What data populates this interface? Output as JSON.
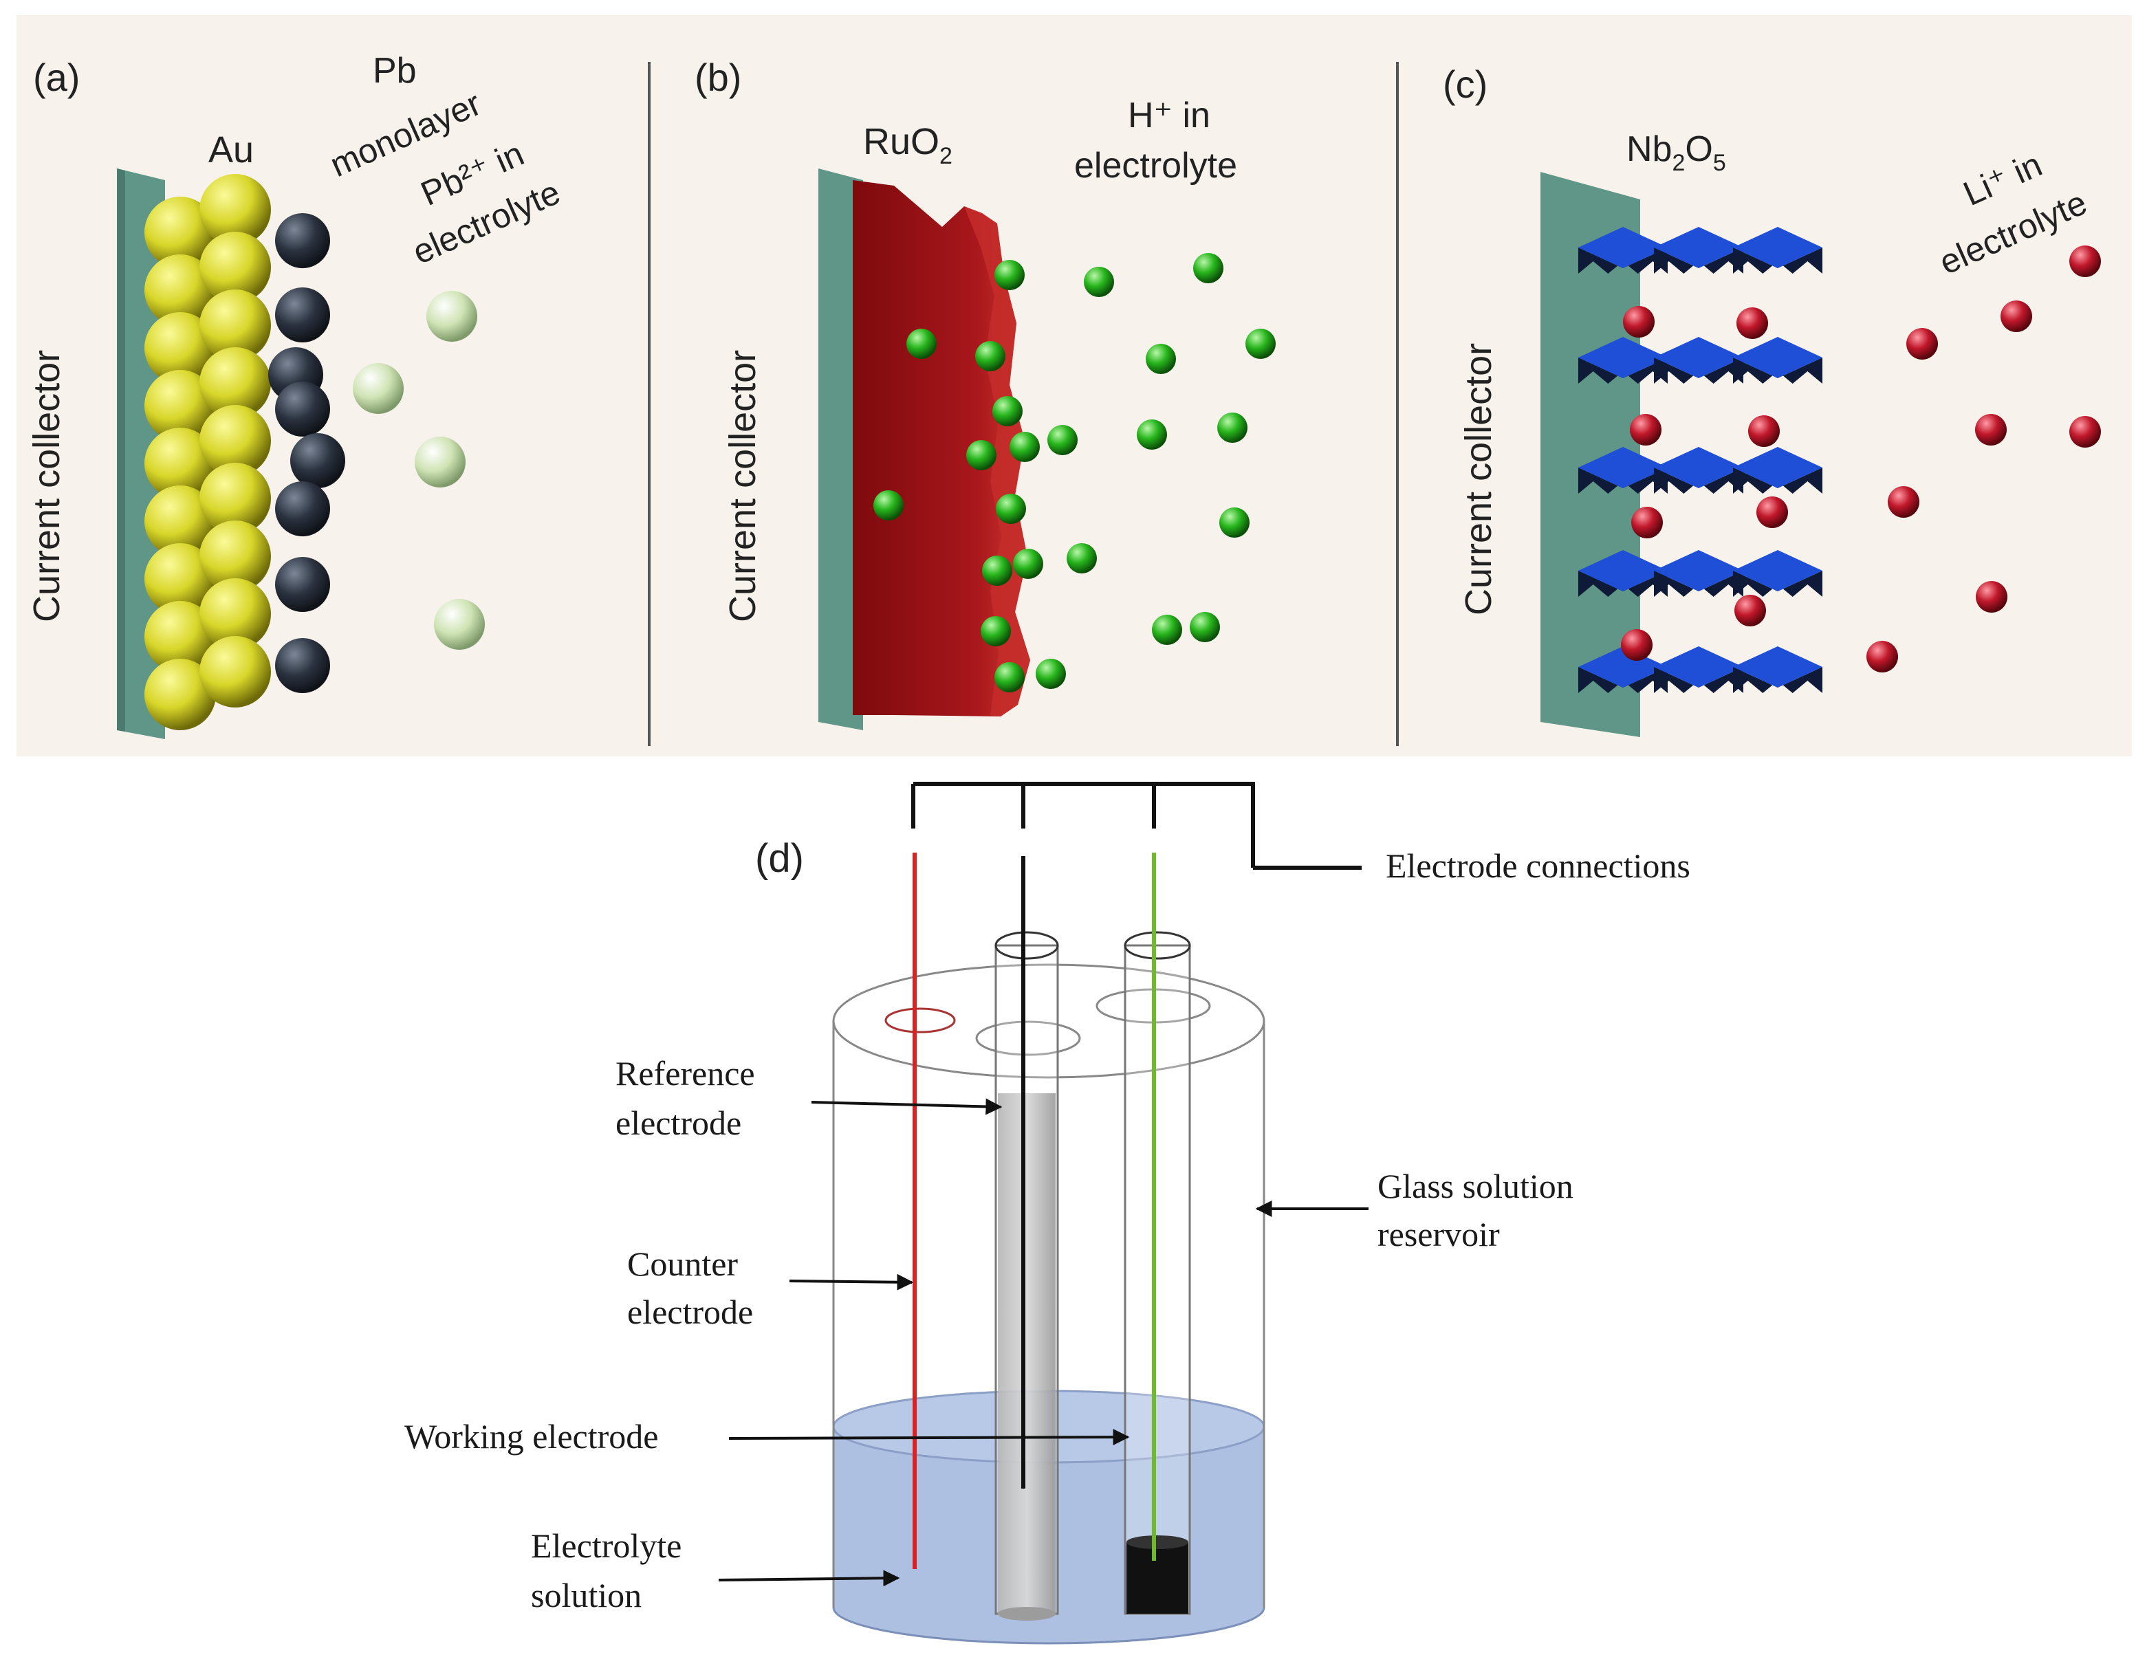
{
  "panels": {
    "a": {
      "label": "(a)",
      "current_collector": "Current collector",
      "material": "Au",
      "monolayer_line1": "Pb",
      "monolayer_line2": "monolayer",
      "ion_line1": "Pb²⁺ in",
      "ion_line2": "electrolyte"
    },
    "b": {
      "label": "(b)",
      "current_collector": "Current collector",
      "material": "RuO",
      "material_sub": "2",
      "ion_line1": "H⁺ in",
      "ion_line2": "electrolyte"
    },
    "c": {
      "label": "(c)",
      "current_collector": "Current collector",
      "material_a": "Nb",
      "material_sub_a": "2",
      "material_b": "O",
      "material_sub_b": "5",
      "ion_line1": "Li⁺ in",
      "ion_line2": "electrolyte"
    },
    "d": {
      "label": "(d)",
      "electrode_connections": "Electrode connections",
      "reference_line1": "Reference",
      "reference_line2": "electrode",
      "counter_line1": "Counter",
      "counter_line2": "electrode",
      "working": "Working electrode",
      "electrolyte_line1": "Electrolyte",
      "electrolyte_line2": "solution",
      "reservoir_line1": "Glass solution",
      "reservoir_line2": "reservoir"
    }
  },
  "colors": {
    "panel_bg": "#f7f3ec",
    "collector": "#5f9688",
    "gold_sphere": "#d8d62a",
    "pb_sphere": "#2b3340",
    "pb_ion": "#cfe3b4",
    "ruo2": "#a8171b",
    "h_ion": "#27b51c",
    "nb2o5": "#1f4fd6",
    "li_ion": "#c0182b",
    "electrolyte": "#a9bde0",
    "counter_wire": "#dd2020",
    "working_wire": "#6dbb2a"
  }
}
